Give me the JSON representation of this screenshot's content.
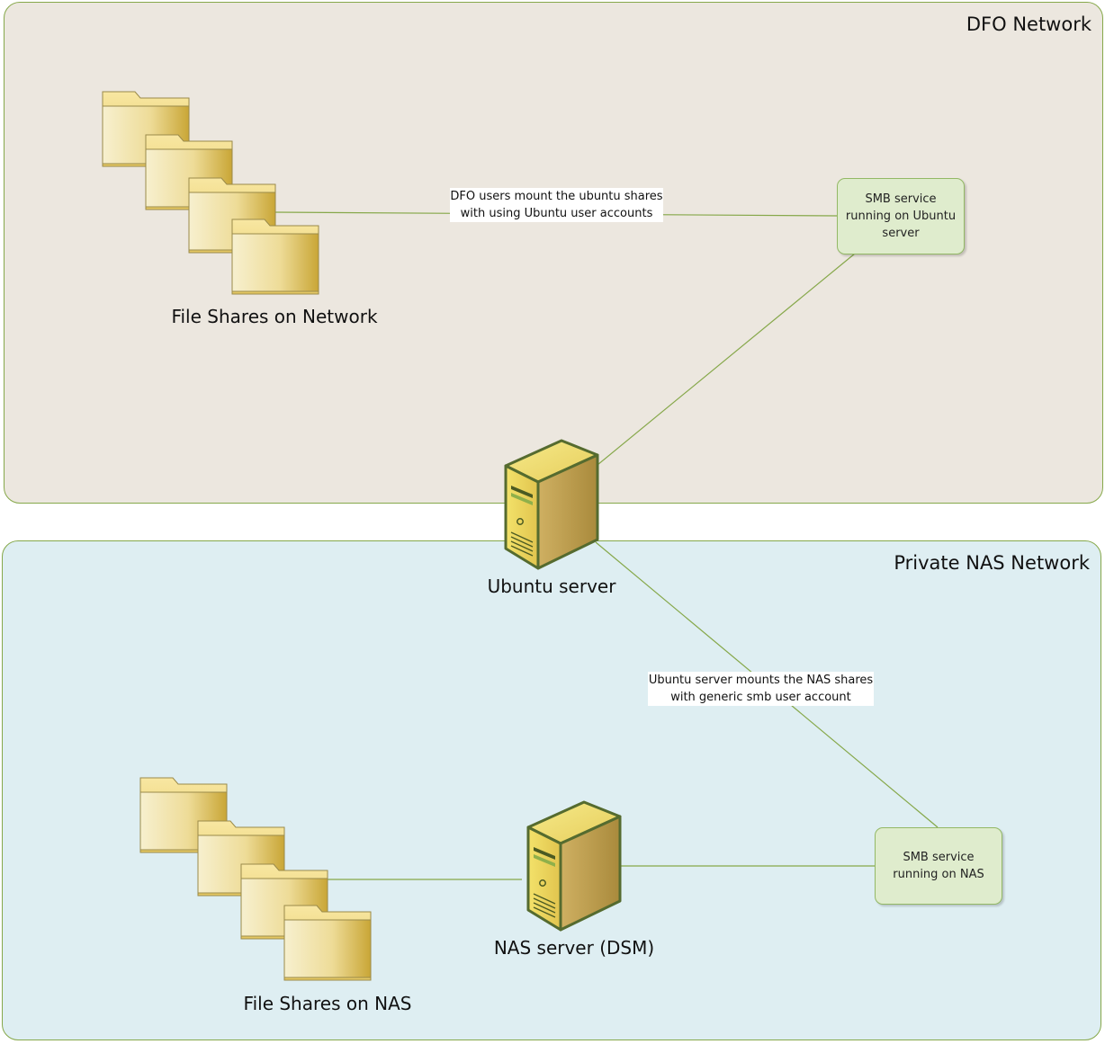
{
  "regions": {
    "dfo": {
      "title": "DFO Network"
    },
    "nas": {
      "title": "Private NAS Network"
    }
  },
  "nodes": {
    "file_shares_network": {
      "label": "File Shares on Network",
      "icon": "folder-stack-icon"
    },
    "smb_ubuntu": {
      "label": "SMB service running on Ubuntu server"
    },
    "ubuntu_server": {
      "label": "Ubuntu server",
      "icon": "server-tower-icon"
    },
    "smb_nas": {
      "label": "SMB service running on NAS"
    },
    "nas_server": {
      "label": "NAS server (DSM)",
      "icon": "server-tower-icon"
    },
    "file_shares_nas": {
      "label": "File Shares on NAS",
      "icon": "folder-stack-icon"
    }
  },
  "edges": {
    "dfo_mount": {
      "label": "DFO users mount the ubuntu shares\nwith using Ubuntu user accounts"
    },
    "ubuntu_mount": {
      "label": "Ubuntu server mounts the NAS shares\nwith generic smb user account"
    }
  },
  "colors": {
    "dfo_region": "#ece7df",
    "nas_region": "#deeef2",
    "region_border": "#86a84a",
    "service_fill": "#dfeccd",
    "service_border": "#93b865",
    "connector": "#86a84a",
    "folder": "#e8cf7a",
    "server": "#e2c656"
  }
}
